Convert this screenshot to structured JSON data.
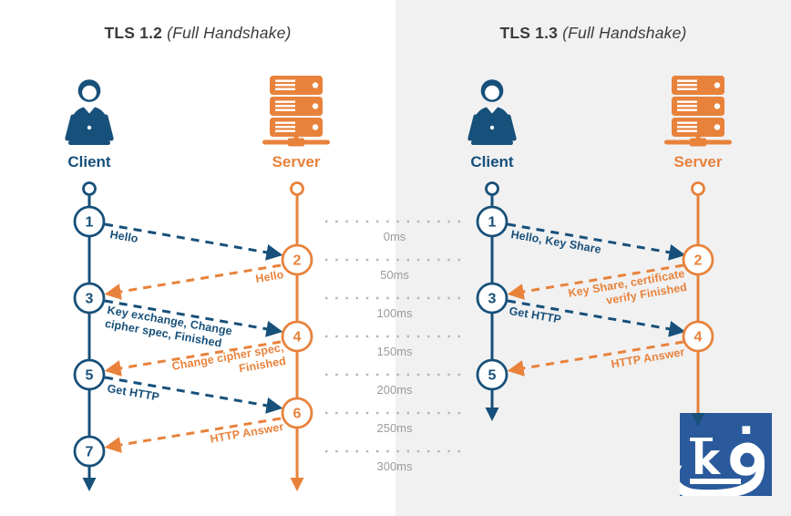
{
  "colors": {
    "navy": "#17507a",
    "orange": "#e8823b",
    "panel_gray": "#f1f1f2",
    "title_text": "#3b3b3b",
    "tick_text": "#9b9b9b",
    "logo_blue": "#2b5a9c"
  },
  "panels": [
    {
      "title_bold": "TLS 1.2",
      "title_italic": "(Full Handshake)",
      "client_label": "Client",
      "server_label": "Server",
      "nodes": [
        "1",
        "2",
        "3",
        "4",
        "5",
        "6",
        "7"
      ],
      "messages": [
        {
          "from": "client",
          "to": "server",
          "lines": [
            "Hello"
          ]
        },
        {
          "from": "server",
          "to": "client",
          "lines": [
            "Hello"
          ]
        },
        {
          "from": "client",
          "to": "server",
          "lines": [
            "Key exchange, Change",
            "cipher spec, Finished"
          ]
        },
        {
          "from": "server",
          "to": "client",
          "lines": [
            "Change cipher spec,",
            "Finished"
          ]
        },
        {
          "from": "client",
          "to": "server",
          "lines": [
            "Get HTTP"
          ]
        },
        {
          "from": "server",
          "to": "client",
          "lines": [
            "HTTP Answer"
          ]
        }
      ]
    },
    {
      "title_bold": "TLS 1.3",
      "title_italic": "(Full Handshake)",
      "client_label": "Client",
      "server_label": "Server",
      "nodes": [
        "1",
        "2",
        "3",
        "4",
        "5"
      ],
      "messages": [
        {
          "from": "client",
          "to": "server",
          "lines": [
            "Hello, Key Share"
          ]
        },
        {
          "from": "server",
          "to": "client",
          "lines": [
            "Key Share, certificate",
            "verify  Finished"
          ]
        },
        {
          "from": "client",
          "to": "server",
          "lines": [
            "Get HTTP"
          ]
        },
        {
          "from": "server",
          "to": "client",
          "lines": [
            "HTTP Answer"
          ]
        }
      ]
    }
  ],
  "timeline": {
    "ticks": [
      "0ms",
      "50ms",
      "100ms",
      "150ms",
      "200ms",
      "250ms",
      "300ms"
    ]
  },
  "logo": {
    "latin": "k",
    "arabic": "ف"
  }
}
